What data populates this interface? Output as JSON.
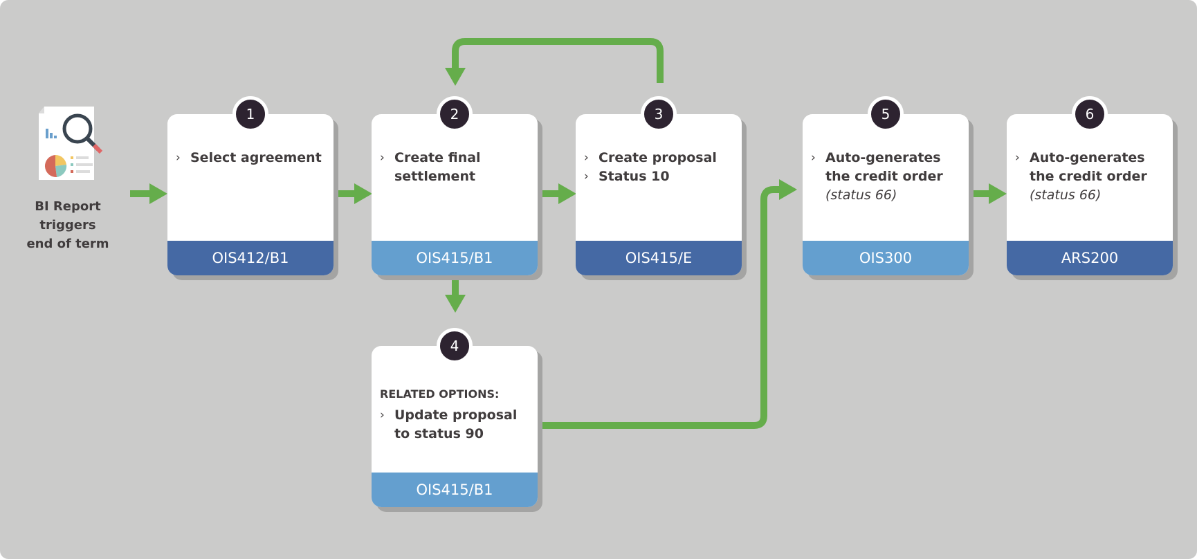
{
  "colors": {
    "background": "#cbcbca",
    "arrow": "#65ad4b",
    "footer_dark": "#4569a4",
    "footer_light": "#649fcf",
    "badge": "#2d2330",
    "text": "#403c3d"
  },
  "trigger": {
    "icon": "report-magnifier-icon",
    "label_lines": [
      "BI Report",
      "triggers",
      "end of term"
    ]
  },
  "steps": [
    {
      "number": "1",
      "items": [
        "Select agreement"
      ],
      "note": "",
      "code": "OIS412/B1"
    },
    {
      "number": "2",
      "items": [
        "Create final settlement"
      ],
      "note": "",
      "code": "OIS415/B1"
    },
    {
      "number": "3",
      "items": [
        "Create proposal",
        "Status 10"
      ],
      "note": "",
      "code": "OIS415/E"
    },
    {
      "number": "4",
      "heading": "RELATED OPTIONS:",
      "items": [
        "Update proposal to status 90"
      ],
      "note": "",
      "code": "OIS415/B1"
    },
    {
      "number": "5",
      "items": [
        "Auto-generates the credit order"
      ],
      "note": "(status 66)",
      "code": "OIS300"
    },
    {
      "number": "6",
      "items": [
        "Auto-generates the credit order"
      ],
      "note": "(status 66)",
      "code": "ARS200"
    }
  ]
}
